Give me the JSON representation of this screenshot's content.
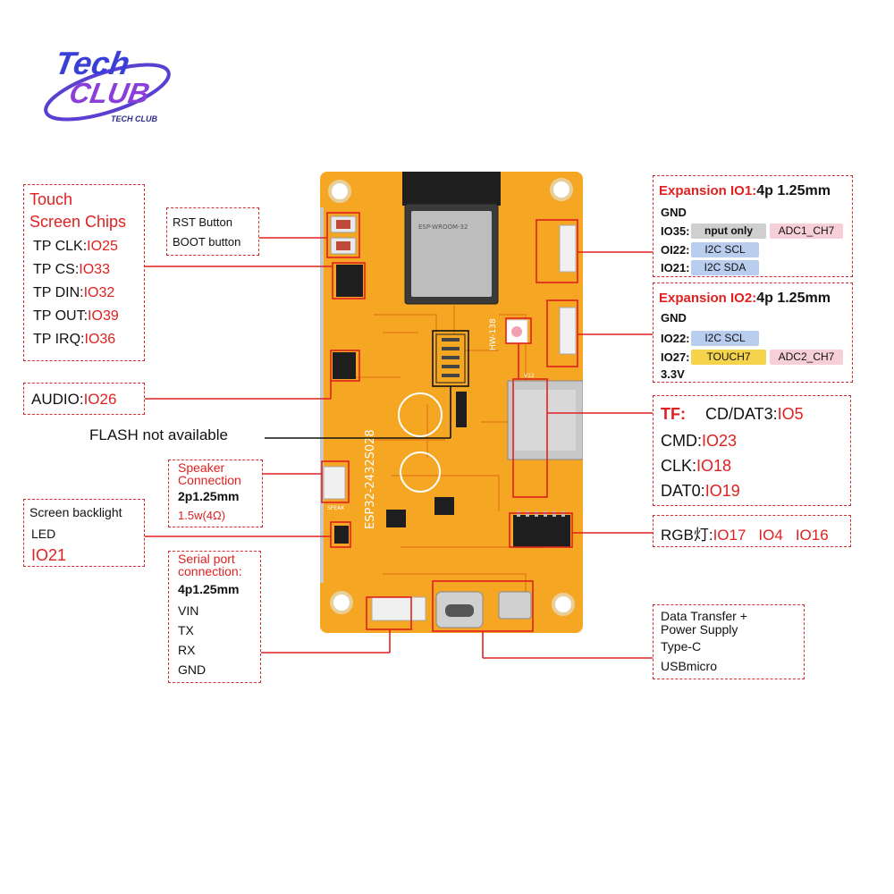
{
  "logo": {
    "line1": "Tech",
    "line2": "CLUB",
    "sub": "TECH CLUB"
  },
  "touch": {
    "title1": "Touch",
    "title2": "Screen Chips",
    "rows": [
      {
        "label": "TP CLK:",
        "value": "IO25"
      },
      {
        "label": "TP CS:",
        "value": "IO33"
      },
      {
        "label": "TP DIN:",
        "value": "IO32"
      },
      {
        "label": "TP OUT:",
        "value": "IO39"
      },
      {
        "label": "TP IRQ:",
        "value": "IO36"
      }
    ]
  },
  "buttons": {
    "rst": "RST Button",
    "boot": "BOOT button"
  },
  "audio": {
    "label": "AUDIO:",
    "value": "IO26"
  },
  "flash": "FLASH not available",
  "speaker": {
    "title1": "Speaker",
    "title2": "Connection",
    "spec": "2p1.25mm",
    "power": "1.5w(4Ω)"
  },
  "backlight": {
    "line1": "Screen backlight",
    "line2": "LED",
    "value": "IO21"
  },
  "serial": {
    "title1": "Serial port",
    "title2": "connection:",
    "spec": "4p1.25mm",
    "pins": [
      "VIN",
      "TX",
      "RX",
      "GND"
    ]
  },
  "exp1": {
    "title": "Expansion IO1:",
    "spec": "4p 1.25mm",
    "gnd": "GND",
    "io35": "IO35:",
    "io35_pill": "nput only",
    "io35_adc": "ADC1_CH7",
    "io22": "OI22:",
    "io22_pill": "I2C SCL",
    "io21": "IO21:",
    "io21_pill": "I2C SDA"
  },
  "exp2": {
    "title": "Expansion IO2:",
    "spec": "4p 1.25mm",
    "gnd": "GND",
    "io22": "IO22:",
    "io22_pill": "I2C SCL",
    "io27": "IO27:",
    "io27_touch": "TOUCH7",
    "io27_adc": "ADC2_CH7",
    "v33": "3.3V"
  },
  "tf": {
    "label": "TF:",
    "cd_label": "CD/DAT3:",
    "cd_value": "IO5",
    "cmd_label": "CMD:",
    "cmd_value": "IO23",
    "clk_label": "CLK:",
    "clk_value": "IO18",
    "dat0_label": "DAT0:",
    "dat0_value": "IO19"
  },
  "rgb": {
    "label": "RGB灯:",
    "v1": "IO17",
    "v2": "IO4",
    "v3": "IO16"
  },
  "usb": {
    "line1": "Data Transfer +",
    "line2": "Power Supply",
    "line3": "Type-C",
    "line4": "USBmicro"
  },
  "board": {
    "silk_model": "ESP32-2432S028",
    "module_text": "ESP-WROOM-32",
    "speak": "SPEAK",
    "hw": "HW-138",
    "v12": "V12"
  },
  "colors": {
    "accent_red": "#e02020",
    "board_orange": "#f5a623",
    "pill_blue": "#b9cdef",
    "pill_pink": "#f6cfd8",
    "pill_yellow": "#f5d34a"
  }
}
